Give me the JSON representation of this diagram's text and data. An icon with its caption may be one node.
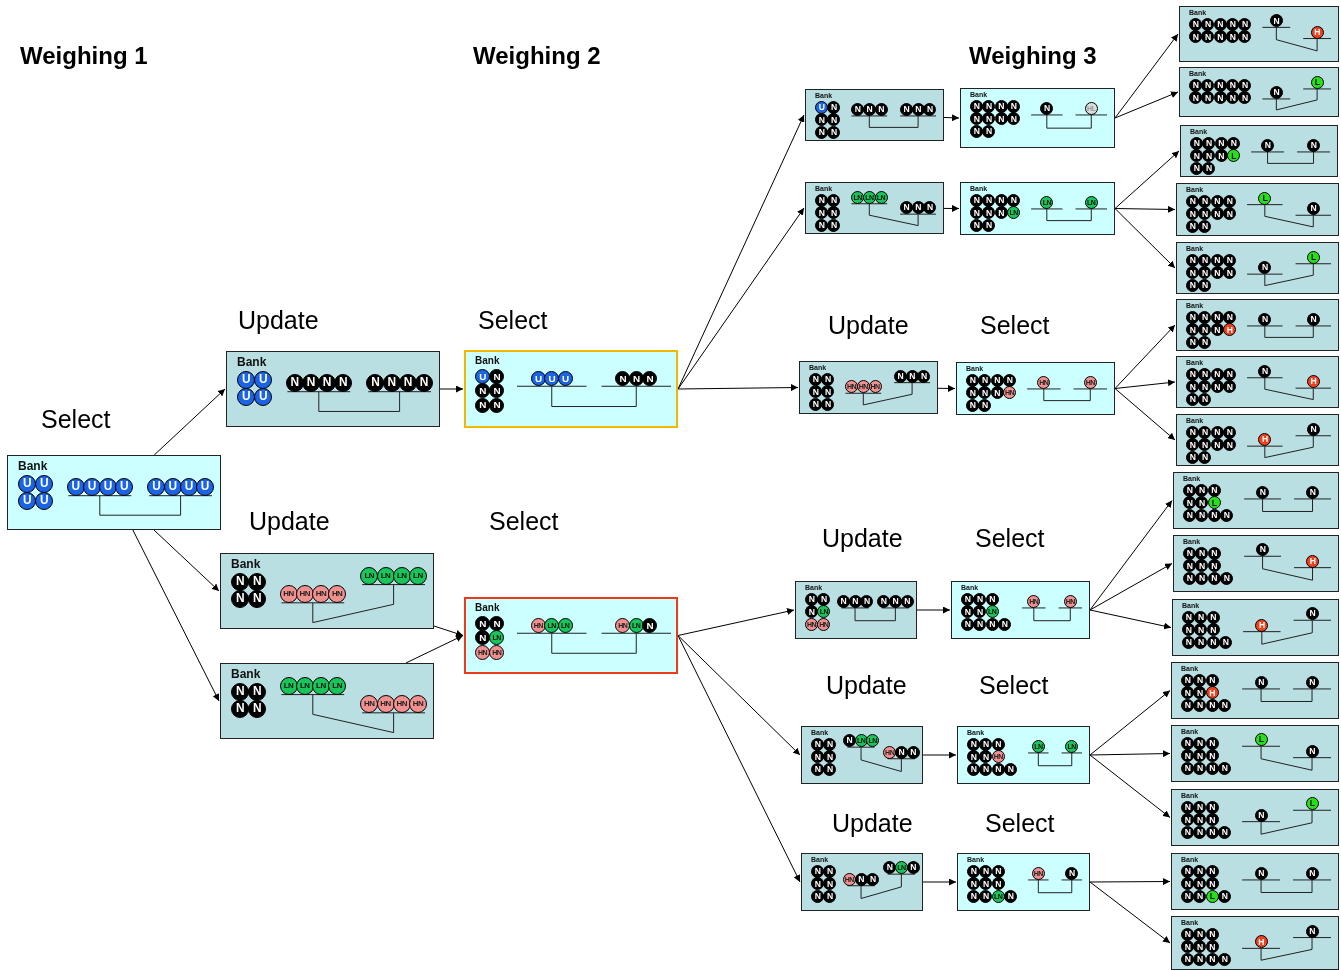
{
  "diagram": {
    "nodes": [
      {
        "text": [
          "Bank",
          "U",
          "U",
          "U",
          "U",
          "U",
          "U",
          "U",
          "U",
          "U",
          "U",
          "U",
          "U"
        ]
      },
      {
        "text": [
          "Bank",
          "U",
          "U",
          "U",
          "U",
          "N",
          "N",
          "N",
          "N",
          "N",
          "N",
          "N",
          "N"
        ]
      },
      {
        "text": [
          "Bank",
          "N",
          "N",
          "N",
          "N",
          "HN",
          "HN",
          "HN",
          "HN",
          "LN",
          "LN",
          "LN",
          "LN"
        ]
      },
      {
        "text": [
          "Bank",
          "N",
          "N",
          "N",
          "N",
          "LN",
          "LN",
          "LN",
          "LN",
          "HN",
          "HN",
          "HN",
          "HN"
        ]
      },
      {
        "text": [
          "Bank",
          "U",
          "N",
          "N",
          "N",
          "N",
          "N",
          "U",
          "U",
          "U",
          "N",
          "N",
          "N"
        ]
      },
      {
        "text": [
          "Bank",
          "N",
          "N",
          "N",
          "LN",
          "HN",
          "HN",
          "HN",
          "LN",
          "LN",
          "HN",
          "LN",
          "N"
        ]
      },
      {
        "text": [
          "Bank",
          "U",
          "N",
          "N",
          "N",
          "N",
          "N",
          "N",
          "N",
          "N",
          "N",
          "N",
          "N"
        ]
      },
      {
        "text": [
          "Bank",
          "N",
          "N",
          "N",
          "N",
          "N",
          "N",
          "N",
          "N",
          "N",
          "N",
          "N",
          "HL"
        ]
      },
      {
        "text": [
          "Bank",
          "N",
          "N",
          "N",
          "N",
          "N",
          "N",
          "LN",
          "LN",
          "LN",
          "N",
          "N",
          "N"
        ]
      },
      {
        "text": [
          "Bank",
          "N",
          "N",
          "N",
          "N",
          "N",
          "N",
          "N",
          "LN",
          "N",
          "N",
          "LN",
          "LN"
        ]
      },
      {
        "text": [
          "Bank",
          "N",
          "N",
          "N",
          "N",
          "N",
          "N",
          "HN",
          "HN",
          "HN",
          "N",
          "N",
          "N"
        ]
      },
      {
        "text": [
          "Bank",
          "N",
          "N",
          "N",
          "N",
          "N",
          "N",
          "N",
          "HN",
          "N",
          "N",
          "HN",
          "HN"
        ]
      },
      {
        "text": [
          "Bank",
          "N",
          "N",
          "N",
          "LN",
          "HN",
          "HN",
          "N",
          "N",
          "N",
          "N",
          "N",
          "N"
        ]
      },
      {
        "text": [
          "Bank",
          "N",
          "N",
          "N",
          "N",
          "N",
          "LN",
          "N",
          "N",
          "N",
          "N",
          "HN",
          "HN"
        ]
      },
      {
        "text": [
          "Bank",
          "N",
          "N",
          "N",
          "N",
          "N",
          "N",
          "N",
          "LN",
          "LN",
          "HN",
          "N",
          "N"
        ]
      },
      {
        "text": [
          "Bank",
          "N",
          "N",
          "N",
          "N",
          "N",
          "HN",
          "N",
          "N",
          "N",
          "N",
          "LN",
          "LN"
        ]
      },
      {
        "text": [
          "Bank",
          "N",
          "N",
          "N",
          "N",
          "N",
          "N",
          "HN",
          "N",
          "N",
          "N",
          "LN",
          "N"
        ]
      },
      {
        "text": [
          "Bank",
          "N",
          "N",
          "N",
          "N",
          "N",
          "N",
          "N",
          "N",
          "LN",
          "N",
          "HN",
          "N"
        ]
      },
      {
        "text": [
          "Bank",
          "N",
          "N",
          "N",
          "N",
          "N",
          "N",
          "N",
          "N",
          "N",
          "N",
          "N",
          "H"
        ]
      },
      {
        "text": [
          "Bank",
          "N",
          "N",
          "N",
          "N",
          "N",
          "N",
          "N",
          "N",
          "N",
          "N",
          "N",
          "L"
        ]
      },
      {
        "text": [
          "Bank",
          "N",
          "N",
          "N",
          "N",
          "N",
          "N",
          "N",
          "L",
          "N",
          "N",
          "N",
          "N"
        ]
      },
      {
        "text": [
          "Bank",
          "N",
          "N",
          "N",
          "N",
          "N",
          "N",
          "N",
          "N",
          "N",
          "N",
          "L",
          "N"
        ]
      },
      {
        "text": [
          "Bank",
          "N",
          "N",
          "N",
          "N",
          "N",
          "N",
          "N",
          "N",
          "N",
          "N",
          "N",
          "L"
        ]
      },
      {
        "text": [
          "Bank",
          "N",
          "N",
          "N",
          "N",
          "N",
          "N",
          "N",
          "H",
          "N",
          "N",
          "N",
          "N"
        ]
      },
      {
        "text": [
          "Bank",
          "N",
          "N",
          "N",
          "N",
          "N",
          "N",
          "N",
          "N",
          "N",
          "N",
          "N",
          "H"
        ]
      },
      {
        "text": [
          "Bank",
          "N",
          "N",
          "N",
          "N",
          "N",
          "N",
          "N",
          "N",
          "N",
          "N",
          "H",
          "N"
        ]
      },
      {
        "text": [
          "Bank",
          "N",
          "N",
          "N",
          "N",
          "N",
          "L",
          "N",
          "N",
          "N",
          "N",
          "N",
          "N"
        ]
      },
      {
        "text": [
          "Bank",
          "N",
          "N",
          "N",
          "N",
          "N",
          "N",
          "N",
          "N",
          "N",
          "N",
          "N",
          "H"
        ]
      },
      {
        "text": [
          "Bank",
          "N",
          "N",
          "N",
          "N",
          "N",
          "N",
          "N",
          "N",
          "N",
          "N",
          "H",
          "N"
        ]
      },
      {
        "text": [
          "Bank",
          "N",
          "N",
          "N",
          "N",
          "N",
          "H",
          "N",
          "N",
          "N",
          "N",
          "N",
          "N"
        ]
      },
      {
        "text": [
          "Bank",
          "N",
          "N",
          "N",
          "N",
          "N",
          "N",
          "N",
          "N",
          "N",
          "N",
          "L",
          "N"
        ]
      },
      {
        "text": [
          "Bank",
          "N",
          "N",
          "N",
          "N",
          "N",
          "N",
          "N",
          "N",
          "N",
          "N",
          "N",
          "L"
        ]
      },
      {
        "text": [
          "Bank",
          "N",
          "N",
          "N",
          "N",
          "N",
          "N",
          "N",
          "N",
          "L",
          "N",
          "N",
          "N"
        ]
      },
      {
        "text": [
          "Bank",
          "N",
          "N",
          "N",
          "N",
          "N",
          "N",
          "N",
          "N",
          "N",
          "N",
          "H",
          "N"
        ]
      }
    ],
    "edges": [
      {
        "from": 0,
        "to": 1,
        "arrow": "to"
      },
      {
        "from": 0,
        "to": 2,
        "arrow": "to"
      },
      {
        "from": 0,
        "to": 3,
        "arrow": "to"
      },
      {
        "from": 1,
        "to": 4,
        "arrow": "to"
      },
      {
        "from": 2,
        "to": 5,
        "arrow": "to"
      },
      {
        "from": 3,
        "to": 5,
        "arrow": "to"
      },
      {
        "from": 4,
        "to": 6,
        "arrow": "to"
      },
      {
        "from": 4,
        "to": 8,
        "arrow": "to"
      },
      {
        "from": 4,
        "to": 10,
        "arrow": "to"
      },
      {
        "from": 5,
        "to": 12,
        "arrow": "to"
      },
      {
        "from": 5,
        "to": 14,
        "arrow": "to"
      },
      {
        "from": 5,
        "to": 16,
        "arrow": "to"
      },
      {
        "from": 6,
        "to": 7,
        "arrow": "to"
      },
      {
        "from": 8,
        "to": 9,
        "arrow": "to"
      },
      {
        "from": 10,
        "to": 11,
        "arrow": "to"
      },
      {
        "from": 12,
        "to": 13,
        "arrow": "to"
      },
      {
        "from": 14,
        "to": 15,
        "arrow": "to"
      },
      {
        "from": 16,
        "to": 17,
        "arrow": "to"
      },
      {
        "from": 7,
        "to": 18,
        "arrow": "to"
      },
      {
        "from": 7,
        "to": 19,
        "arrow": "to"
      },
      {
        "from": 9,
        "to": 20,
        "arrow": "to"
      },
      {
        "from": 9,
        "to": 21,
        "arrow": "to"
      },
      {
        "from": 9,
        "to": 22,
        "arrow": "to"
      },
      {
        "from": 11,
        "to": 23,
        "arrow": "to"
      },
      {
        "from": 11,
        "to": 24,
        "arrow": "to"
      },
      {
        "from": 11,
        "to": 25,
        "arrow": "to"
      },
      {
        "from": 13,
        "to": 26,
        "arrow": "to"
      },
      {
        "from": 13,
        "to": 27,
        "arrow": "to"
      },
      {
        "from": 13,
        "to": 28,
        "arrow": "to"
      },
      {
        "from": 15,
        "to": 29,
        "arrow": "to"
      },
      {
        "from": 15,
        "to": 30,
        "arrow": "to"
      },
      {
        "from": 15,
        "to": 31,
        "arrow": "to"
      },
      {
        "from": 17,
        "to": 32,
        "arrow": "to"
      },
      {
        "from": 17,
        "to": 33,
        "arrow": "to"
      }
    ],
    "labels": [
      "Weighing 1",
      "Weighing 2",
      "Weighing 3",
      "Update",
      "Select",
      "Update",
      "Select",
      "Select",
      "Update",
      "Select",
      "Update",
      "Select",
      "Update",
      "Select",
      "Update",
      "Select"
    ]
  }
}
